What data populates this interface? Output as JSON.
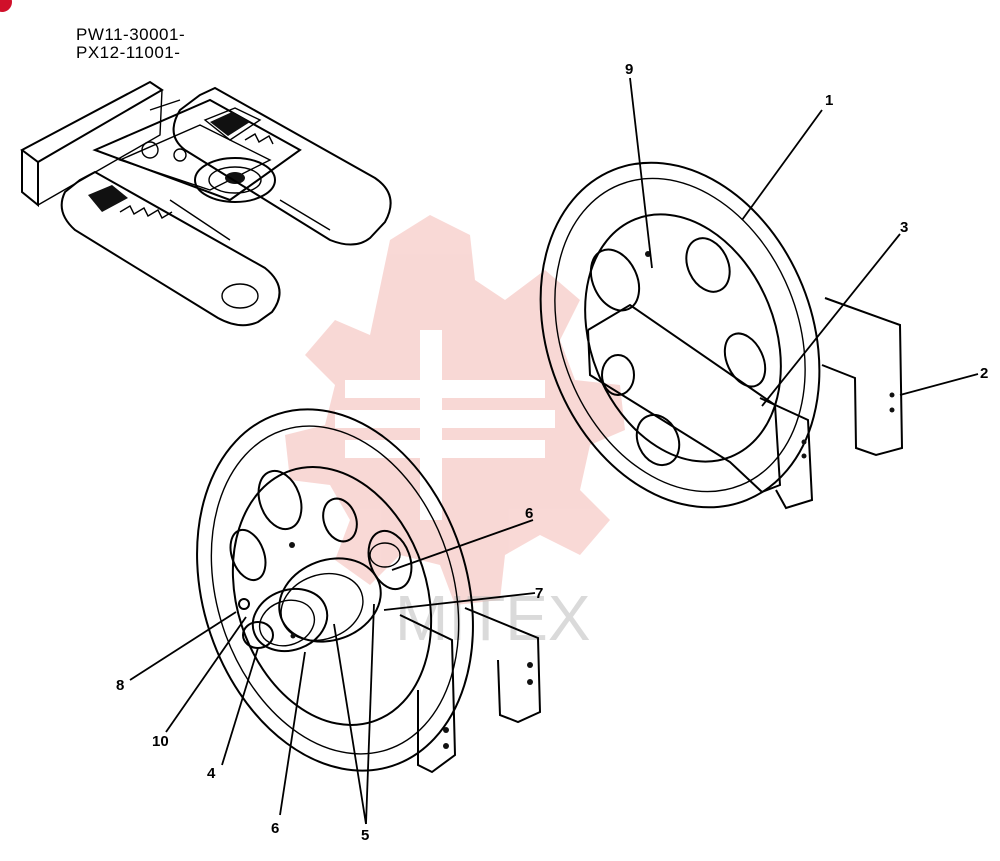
{
  "header": {
    "serial_lines": [
      "PW11-30001-",
      "PX12-11001-"
    ]
  },
  "watermark": {
    "text": "MITEX",
    "logo_color": "#f4b9b4",
    "text_color": "#bdbdbd"
  },
  "corner_badge_color": "#d0102a",
  "callouts": [
    "1",
    "2",
    "3",
    "4",
    "5",
    "6",
    "6",
    "7",
    "8",
    "9",
    "10"
  ]
}
